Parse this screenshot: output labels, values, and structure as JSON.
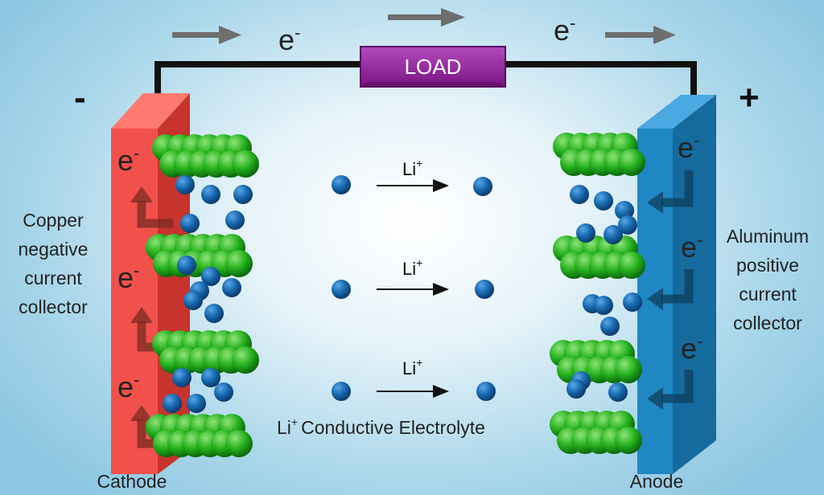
{
  "load_label": "LOAD",
  "electron": {
    "base": "e",
    "sup": "-"
  },
  "ion": {
    "base": "Li",
    "sup": "+"
  },
  "terminals": {
    "negative": "-",
    "positive": "+"
  },
  "labels": {
    "cathode": "Cathode",
    "anode": "Anode",
    "electrolyte": "Conductive Electrolyte",
    "copper": [
      "Copper",
      "negative",
      "current",
      "collector"
    ],
    "aluminum": [
      "Aluminum",
      "positive",
      "current",
      "collector"
    ]
  },
  "colors": {
    "cathode_plate": "#f2504a",
    "anode_plate": "#1e87c4",
    "load_box": "#8e1a96",
    "wire": "#111111",
    "ion_dot": "#1565a6",
    "graphite": "#2fb52f",
    "flow_arrow": "#6e6e6e"
  }
}
